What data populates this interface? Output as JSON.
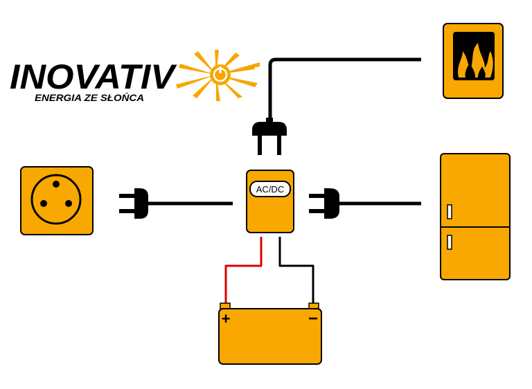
{
  "logo": {
    "brand": "INOVATIV",
    "tagline": "ENERGIA ZE SŁOŃCA"
  },
  "converter": {
    "label": "AC/DC"
  },
  "battery": {
    "plus": "+",
    "minus": "−"
  },
  "colors": {
    "orange": "#f8a800",
    "black": "#000000",
    "red": "#e00000",
    "sun": "#f7a600",
    "white": "#ffffff"
  },
  "icons": [
    "sun-power-icon",
    "wall-socket-icon",
    "heater-flame-icon",
    "fridge-icon",
    "battery-icon",
    "plug-icon"
  ]
}
